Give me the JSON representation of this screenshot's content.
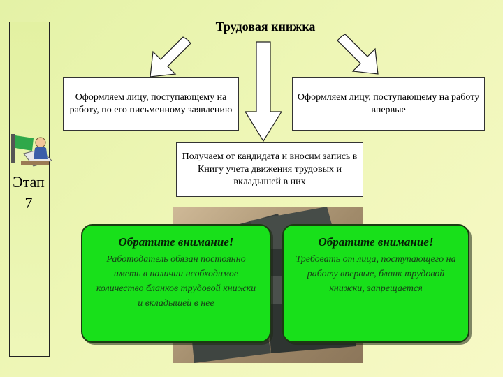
{
  "title": "Трудовая книжка",
  "stage": {
    "line1": "Этап",
    "line2": "7"
  },
  "boxes": {
    "left_text": "Оформляем лицу, поступающему на работу, по его письменному заявлению",
    "right_text": "Оформляем лицу, поступающему на работу впервые",
    "center_text": "Получаем от кандидата и вносим запись в Книгу учета движения трудовых и вкладышей в них"
  },
  "notes": [
    {
      "heading": "Обратите внимание!",
      "text": "Работодатель обязан постоянно иметь в наличии необходимое количество бланков трудовой книжки и вкладышей в нее"
    },
    {
      "heading": "Обратите внимание!",
      "text": "Требовать от лица, поступающего на работу впервые, бланк трудовой книжки, запрещается"
    }
  ],
  "colors": {
    "note_fill": "#18e01a",
    "background": "#eef6b6",
    "arrow_fill": "#ffffff"
  },
  "icons": {
    "person_at_desk": "person-at-desk-icon",
    "document_photo": "labor-book-photo"
  }
}
